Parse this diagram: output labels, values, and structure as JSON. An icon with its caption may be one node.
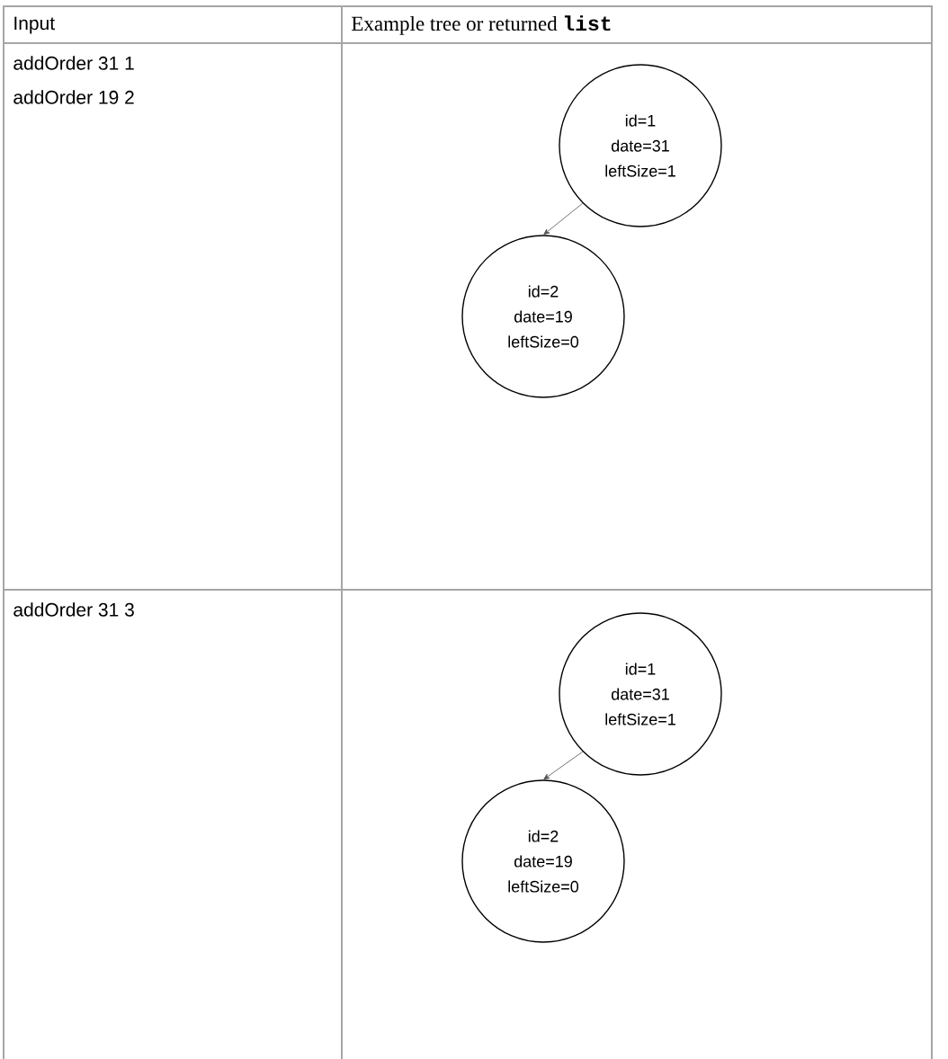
{
  "diagram": {
    "nodes": [
      {
        "text": [
          "id=1 date=31 leftSize=1"
        ]
      },
      {
        "text": [
          "id=2 date=19 leftSize=0"
        ]
      },
      {
        "text": [
          "id=1 date=31 leftSize=1"
        ]
      },
      {
        "text": [
          "id=2 date=19 leftSize=0"
        ]
      }
    ],
    "edges": [
      {
        "from": 0,
        "to": 1,
        "arrow": "to"
      },
      {
        "from": 2,
        "to": 3,
        "arrow": "to"
      }
    ],
    "labels": [
      "Input",
      "Example tree or returned **list**",
      "addOrder 31 1",
      "addOrder 19 2",
      "addOrder 31 3"
    ]
  }
}
